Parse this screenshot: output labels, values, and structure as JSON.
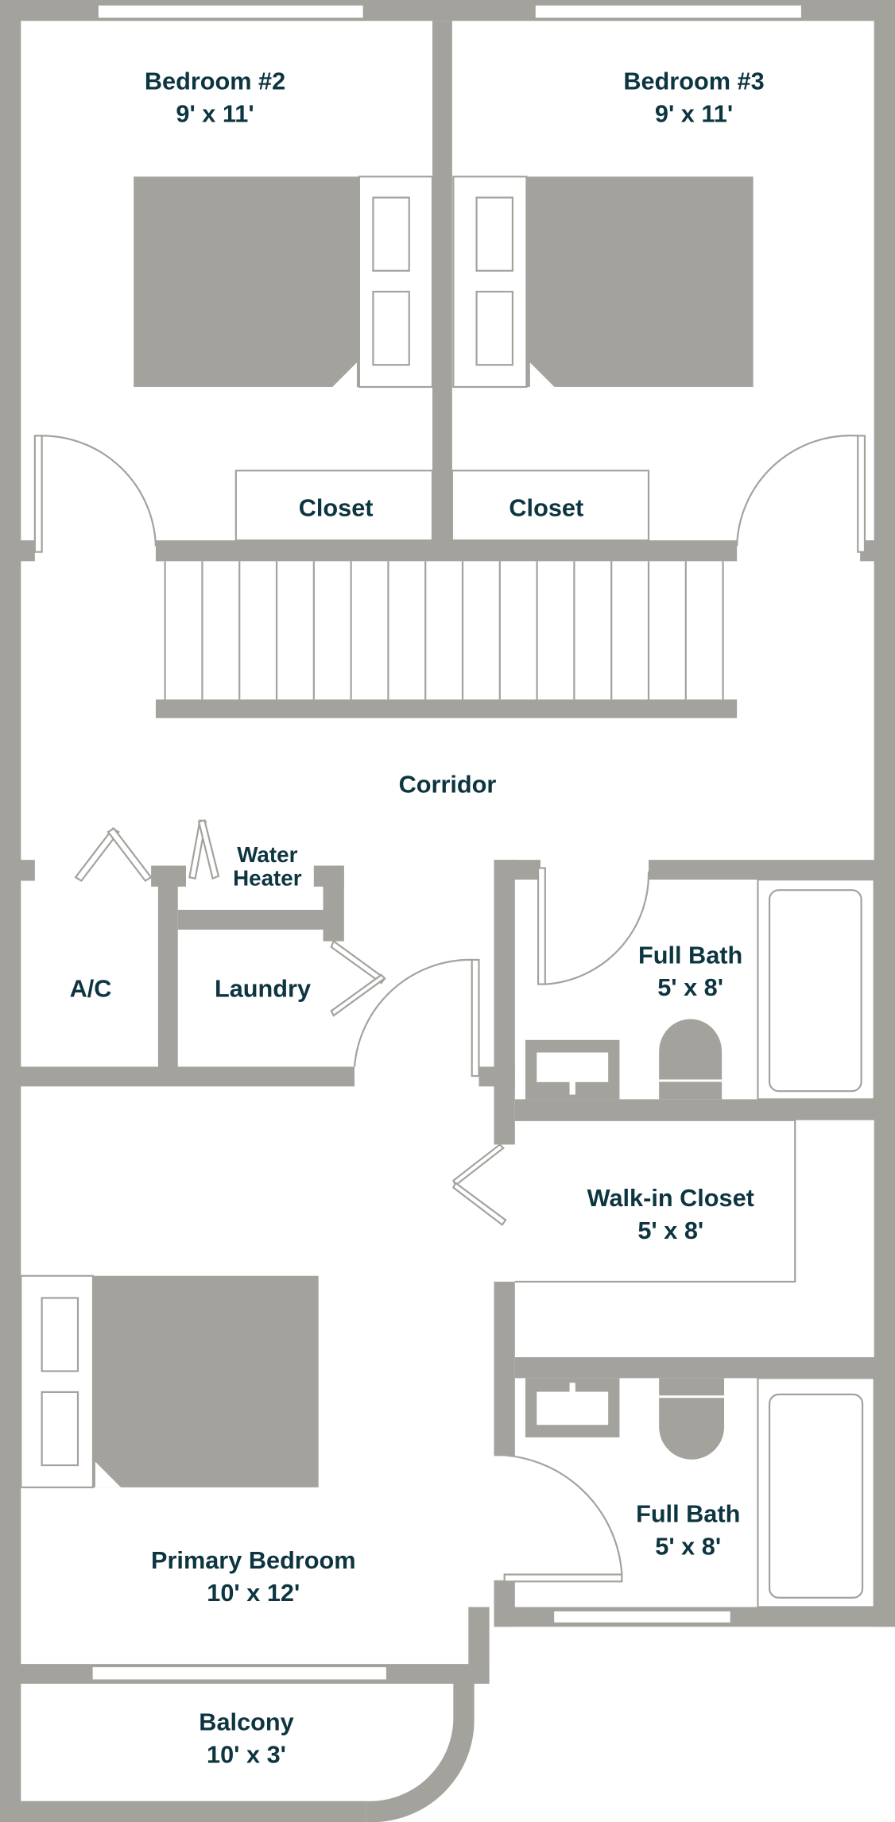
{
  "plan": {
    "colors": {
      "wall": "#a3a29d",
      "text": "#0d3540"
    },
    "rooms": {
      "bedroom2": {
        "name": "Bedroom #2",
        "size": "9' x 11'"
      },
      "bedroom3": {
        "name": "Bedroom #3",
        "size": "9' x 11'"
      },
      "closet_left": {
        "name": "Closet"
      },
      "closet_right": {
        "name": "Closet"
      },
      "corridor": {
        "name": "Corridor"
      },
      "water_heater": {
        "line1": "Water",
        "line2": "Heater"
      },
      "ac": {
        "name": "A/C"
      },
      "laundry": {
        "name": "Laundry"
      },
      "full_bath_upper": {
        "name": "Full Bath",
        "size": "5' x 8'"
      },
      "walk_in_closet": {
        "name": "Walk-in Closet",
        "size": "5' x 8'"
      },
      "primary_bedroom": {
        "name": "Primary Bedroom",
        "size": "10' x 12'"
      },
      "full_bath_lower": {
        "name": "Full Bath",
        "size": "5' x 8'"
      },
      "balcony": {
        "name": "Balcony",
        "size": "10' x 3'"
      }
    }
  }
}
